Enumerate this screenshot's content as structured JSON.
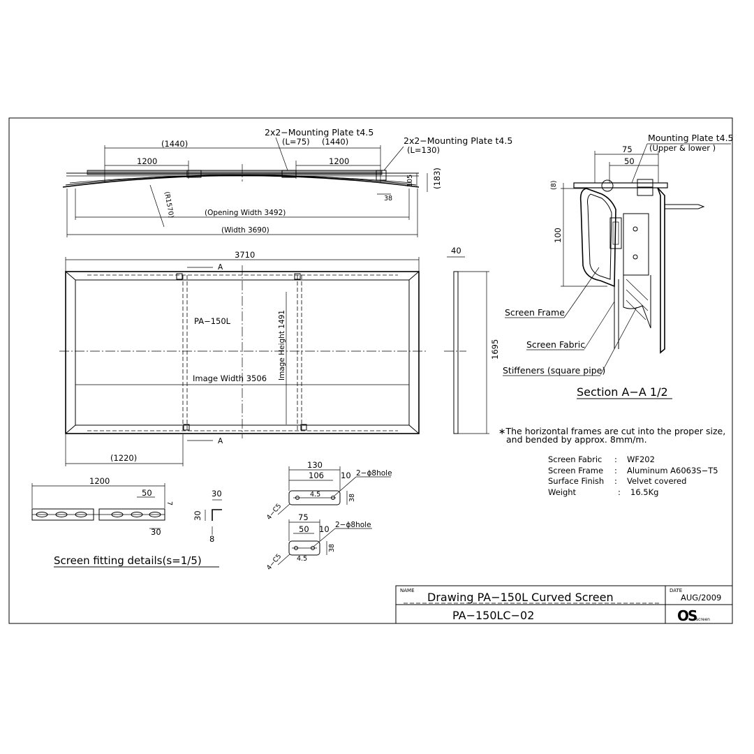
{
  "top_view": {
    "mounting_plate_l75": [
      "2x2−Mounting Plate t4.5",
      "(L=75)"
    ],
    "mounting_plate_l130": [
      "2x2−Mounting Plate t4.5",
      "(L=130)"
    ],
    "dim_1440_left": "(1440)",
    "dim_1440_right": "(1440)",
    "dim_1200_left": "1200",
    "dim_1200_right": "1200",
    "dim_105": "105",
    "dim_183": "(183)",
    "dim_38": "38",
    "radius": "(R1570)",
    "opening_width": "(Opening Width 3492)",
    "width": "(Width 3690)"
  },
  "front_view": {
    "dim_3710": "3710",
    "section_mark_top": "A",
    "section_mark_bottom": "A",
    "model_label": "PA−150L",
    "image_height": "Image Height 1491",
    "image_width": "Image Width 3506",
    "dim_1220": "(1220)",
    "dim_40": "40",
    "dim_1695": "1695"
  },
  "section": {
    "mounting_plate": [
      "Mounting Plate t4.5",
      "(Upper & lower )"
    ],
    "dim_75": "75",
    "dim_50": "50",
    "dim_8": "(8)",
    "dim_100": "100",
    "screen_frame": "Screen Frame",
    "screen_fabric": "Screen Fabric",
    "stiffeners": "Stiffeners (square pipe)",
    "title": "Section A−A 1/2"
  },
  "fitting": {
    "dim_1200": "1200",
    "dim_50": "50",
    "dim_7": "7",
    "dim_30a": "30",
    "dim_30b": "30",
    "dim_30c": "30",
    "dim_8": "8",
    "title": "Screen fitting details(s=1/5)"
  },
  "plates": {
    "upper": {
      "dim_130": "130",
      "dim_106": "106",
      "dim_10": "10",
      "hole": "2−ϕ8hole",
      "dim_45": "4.5",
      "dim_38": "38",
      "corner": "4−C5"
    },
    "lower": {
      "dim_75": "75",
      "dim_50": "50",
      "dim_10": "10",
      "hole": "2−ϕ8hole",
      "dim_38": "38",
      "dim_45": "4.5",
      "corner": "4−C5"
    }
  },
  "notes": {
    "note_line1": "∗The horizontal frames are cut into the proper size,",
    "note_line2": "and bended by approx. 8mm/m.",
    "specs": [
      {
        "label": "Screen Fabric",
        "sep": ":",
        "value": "WF202"
      },
      {
        "label": "Screen Frame",
        "sep": ":",
        "value": "Aluminum A6063S−T5"
      },
      {
        "label": "Surface Finish",
        "sep": ":",
        "value": "Velvet covered"
      },
      {
        "label": "Weight",
        "sep": ":",
        "value": "16.5Kg"
      }
    ]
  },
  "title_block": {
    "name_label": "NAME",
    "title": "Drawing PA−150L Curved Screen",
    "drawing_no": "PA−150LC−02",
    "date_label": "DATE",
    "date": "AUG/2009",
    "logo": "OS",
    "logo_sub": "screen"
  }
}
